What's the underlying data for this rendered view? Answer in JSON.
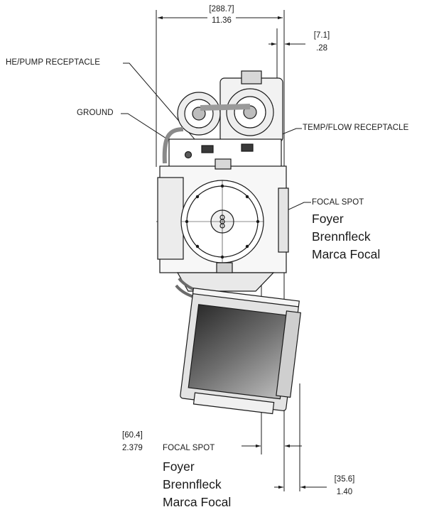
{
  "drawing": {
    "dim_width_mm": "[288.7]",
    "dim_width_in": "11.36",
    "dim_offset_top_mm": "[7.1]",
    "dim_offset_top_in": ".28",
    "dim_focal_lower_mm": "[60.4]",
    "dim_focal_lower_in": "2.379",
    "dim_offset_bottom_mm": "[35.6]",
    "dim_offset_bottom_in": "1.40",
    "callouts": {
      "he_pump": "HE/PUMP RECEPTACLE",
      "ground": "GROUND",
      "temp_flow": "TEMP/FLOW RECEPTACLE",
      "focal_spot": "FOCAL SPOT"
    },
    "focal_translations_upper": [
      "Foyer",
      "Brennfleck",
      "Marca Focal"
    ],
    "focal_translations_lower": [
      "Foyer",
      "Brennfleck",
      "Marca Focal"
    ],
    "colors": {
      "ink": "#1a1a1a",
      "paper": "#ffffff",
      "shade": "#6b6b6b"
    }
  }
}
